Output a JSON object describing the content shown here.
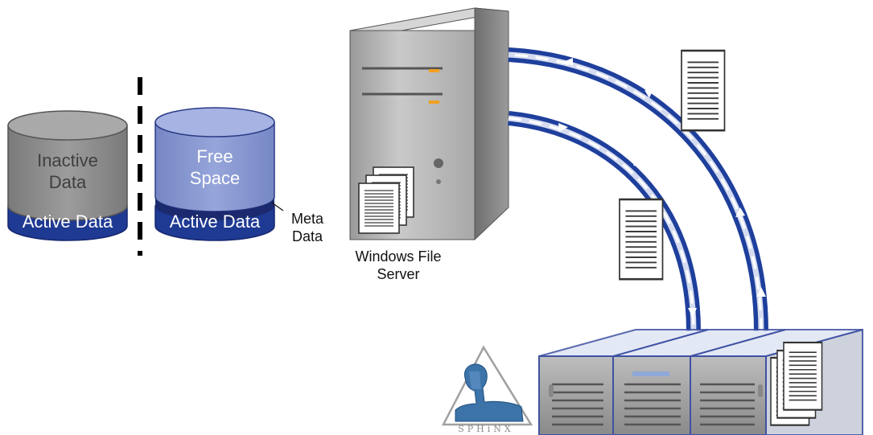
{
  "left_cylinder": {
    "top_label": "Inactive\nData",
    "bottom_label": "Active Data"
  },
  "right_cylinder": {
    "top_label": "Free\nSpace",
    "bottom_label": "Active Data",
    "meta_label": "Meta\nData"
  },
  "server": {
    "label": "Windows File\nServer"
  },
  "logo": {
    "wordmark": "SPHiNX"
  },
  "colors": {
    "active_blue": "#1f3a93",
    "free_space_blue": "#8596cf",
    "inactive_grey": "#8c8c8c",
    "flow_blue": "#1e3f9c",
    "storage_outline": "#3f51a3"
  }
}
